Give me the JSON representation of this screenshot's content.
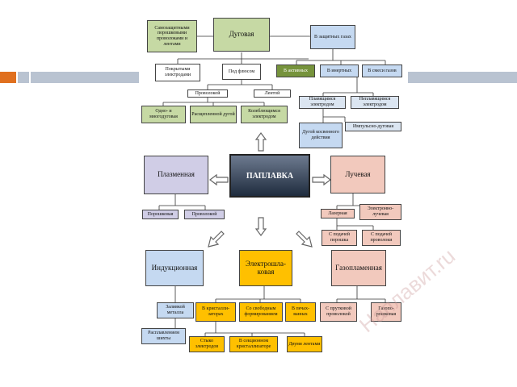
{
  "watermark": "Наплавит.ru",
  "boxes": {
    "arc_desc": "Самозащитными порошковыми проволоками и лентами",
    "arc": "Дуговая",
    "shield_gas": "В защитных газах",
    "coated": "Покрытыми электродами",
    "under_flux": "Под флюсом",
    "active": "В активных",
    "inert": "В инертных",
    "mixture": "В смеси газов",
    "wire": "Проволокой",
    "strip": "Лентой",
    "consumable": "Плавящимся электродом",
    "non_consumable": "Неплавящимся электродом",
    "single_multi": "Одно- и многодуговая",
    "split_arc": "Расщепленной дугой",
    "oscillating": "Колеблющимся электродом",
    "indirect": "Дугой косвенного действия",
    "pulse_arc": "Импульсно-дуговая",
    "plasma": "Плазменная",
    "main": "ПАПЛАВКА",
    "beam": "Лучевая",
    "laser": "Лазерная",
    "electron_beam": "Электронно-лучевая",
    "powder": "Порошковая",
    "wire2": "Проволокой",
    "powder_feed": "С подачей порошка",
    "wire_feed": "С подачей проволоки",
    "induction": "Индукционная",
    "electroslag": "Электрошла-ковая",
    "gasflame": "Газопламенная",
    "liquid_metal": "Заливкой металла",
    "crystallizers": "В кристалли-заторах",
    "free_forming": "Со свободным формированием",
    "in_furnaces": "В печах-ваннах",
    "wire_feed2": "С прутковой проволокой",
    "gas_powder": "Газопо-рошковая",
    "powder_layer": "Расплавлением шихты",
    "electrodes": "Стыко электродов",
    "sectional": "В секционном кристаллизаторе",
    "two_layer": "Двумя лентами"
  }
}
